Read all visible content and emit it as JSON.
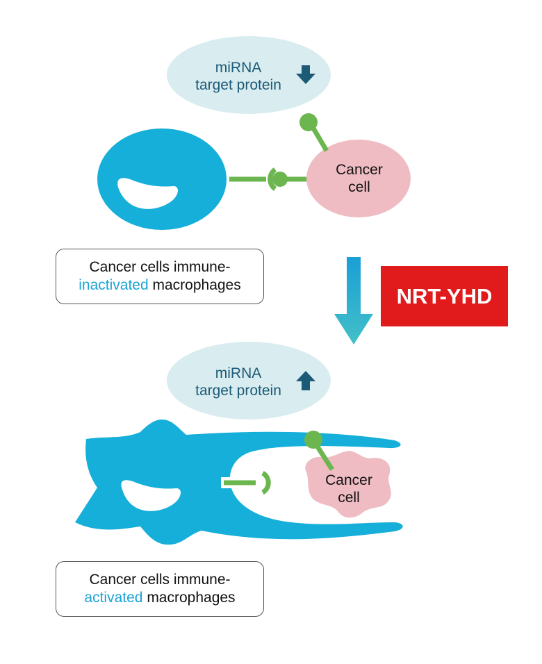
{
  "top_panel": {
    "mirna_line1": "miRNA",
    "mirna_line2": "target protein",
    "cancer_line1": "Cancer",
    "cancer_line2": "cell",
    "label_line1": "Cancer cells immune-",
    "label_highlight": "inactivated",
    "label_rest": " macrophages"
  },
  "treatment": {
    "name": "NRT-YHD"
  },
  "bottom_panel": {
    "mirna_line1": "miRNA",
    "mirna_line2": "target protein",
    "cancer_line1": "Cancer",
    "cancer_line2": "cell",
    "label_line1": "Cancer cells immune-",
    "label_highlight": "activated",
    "label_rest": " macrophages"
  },
  "colors": {
    "macrophage": "#15afd9",
    "bubble": "#d9ecef",
    "cancer_cell": "#efbcc3",
    "receptor": "#6cb64f",
    "text_dark_blue": "#1c5a78",
    "badge": "#e11b1b",
    "highlight": "#1aa3d6"
  }
}
